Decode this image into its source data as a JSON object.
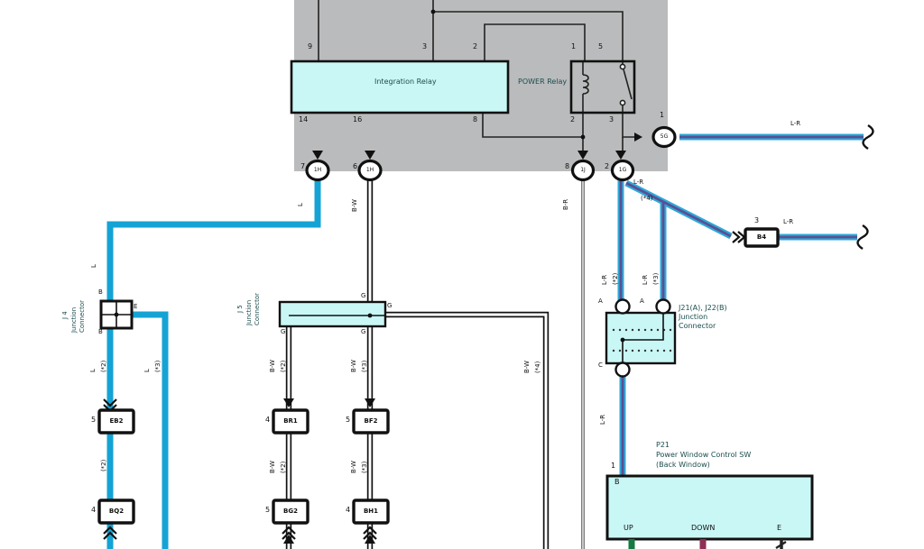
{
  "relay_panel": {
    "integration_relay": "Integration Relay",
    "power_relay": "POWER Relay",
    "top_pins": {
      "p9": "9",
      "p3": "3",
      "p2": "2",
      "p1": "1",
      "p5": "5"
    },
    "bottom_pins": {
      "p14": "14",
      "p16": "16",
      "p8": "8",
      "p2": "2",
      "p3": "3"
    }
  },
  "harness_connectors": {
    "c7": {
      "num": "7",
      "code": "1H"
    },
    "c6": {
      "num": "6",
      "code": "1H"
    },
    "c8": {
      "num": "8",
      "code": "1J"
    },
    "c2": {
      "num": "2",
      "code": "1G"
    },
    "c1": {
      "num": "1",
      "code": "5G"
    }
  },
  "inline_connectors": {
    "b4": {
      "num": "3",
      "code": "B4"
    },
    "eb2": {
      "num": "5",
      "code": "EB2"
    },
    "bq2": {
      "num": "4",
      "code": "BQ2"
    },
    "br1": {
      "num": "4",
      "code": "BR1"
    },
    "bf2": {
      "num": "5",
      "code": "BF2"
    },
    "bg2": {
      "num": "5",
      "code": "BG2"
    },
    "bh1": {
      "num": "4",
      "code": "BH1"
    }
  },
  "junction_connectors": {
    "j4": {
      "name": "J 4",
      "type1": "Junction",
      "type2": "Connector"
    },
    "j5": {
      "name": "J 5",
      "type1": "Junction",
      "type2": "Connector"
    },
    "j21": {
      "name": "J21(A), J22(B)",
      "type1": "Junction",
      "type2": "Connector"
    }
  },
  "p21": {
    "code": "P21",
    "name": "Power Window Control SW",
    "sub": "(Back Window)",
    "pin_num": "1",
    "pin_b": "B",
    "up": "UP",
    "down": "DOWN",
    "e": "E"
  },
  "wire_labels": {
    "l": "L",
    "bw": "B-W",
    "lr": "L-R",
    "br": "B-R",
    "n2": "(*2)",
    "n3": "(*3)",
    "n4": "(*4)"
  },
  "pin_letters": {
    "a": "A",
    "b": "B",
    "c": "C",
    "e": "E",
    "g": "G"
  },
  "colors": {
    "wire_blue": "#14a3d4",
    "lr_core": "#5b4f93",
    "component_fill": "#c9f7f5",
    "panel_gray": "#babbbc",
    "up_wire_green": "#157a42",
    "down_wire_red": "#8e2f55"
  }
}
